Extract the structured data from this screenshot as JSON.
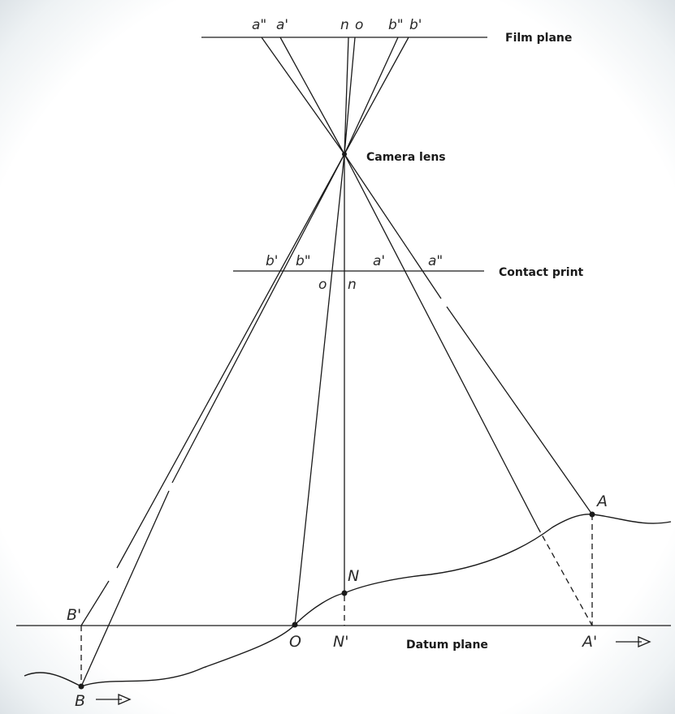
{
  "labels": {
    "film_plane": "Film plane",
    "camera_lens": "Camera lens",
    "contact_print": "Contact print",
    "datum_plane": "Datum plane"
  },
  "film_points": {
    "a2": "a\"",
    "a1": "a'",
    "n": "n",
    "o": "o",
    "b2": "b\"",
    "b1": "b'"
  },
  "print_points": {
    "b1": "b'",
    "b2": "b\"",
    "a1": "a'",
    "a2": "a\"",
    "o": "o",
    "n": "n"
  },
  "ground_points": {
    "A": "A",
    "N": "N",
    "B_prime": "B'",
    "O": "O",
    "N_prime": "N'",
    "A_prime": "A'",
    "B": "B"
  }
}
